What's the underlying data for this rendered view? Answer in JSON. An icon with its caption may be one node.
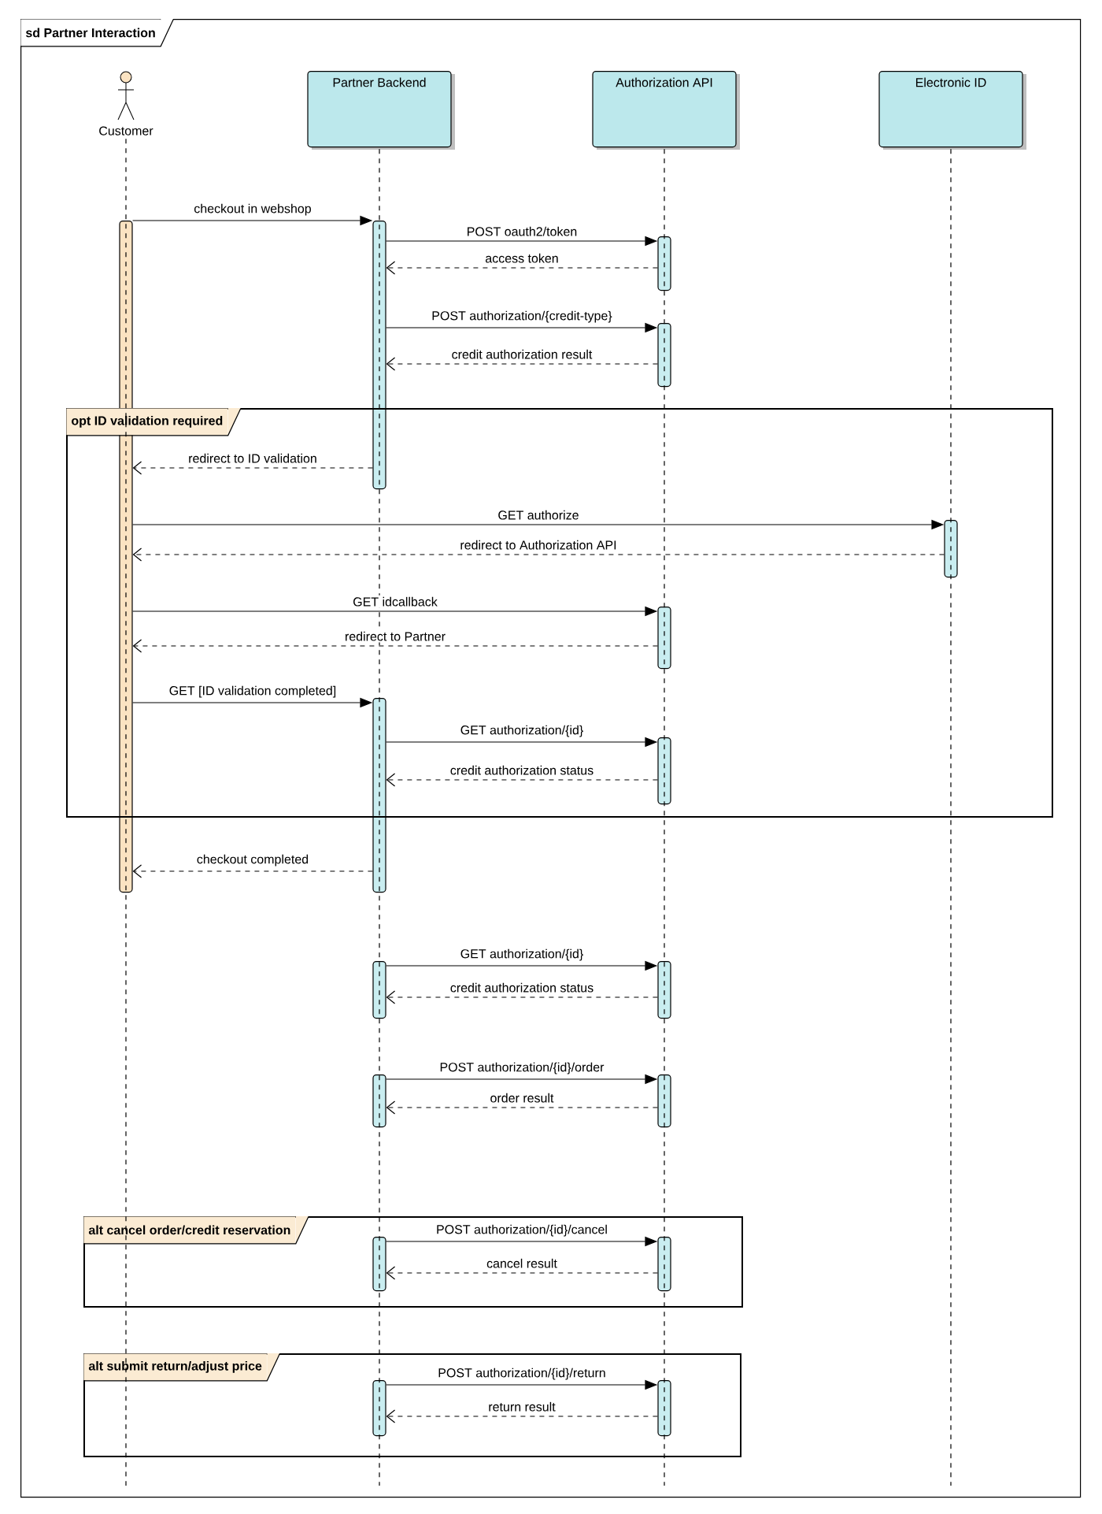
{
  "diagram": {
    "nodes": [
      {
        "text": [
          "sd Partner Interaction"
        ]
      },
      {
        "text": [
          "Customer"
        ],
        "in": 0
      },
      {
        "text": [
          "Partner Backend"
        ],
        "in": 0
      },
      {
        "text": [
          "Authorization API"
        ],
        "in": 0
      },
      {
        "text": [
          "Electronic ID"
        ],
        "in": 0
      },
      {
        "text": [],
        "shape": "bar",
        "in": 0
      },
      {
        "text": [],
        "shape": "bar",
        "in": 0
      },
      {
        "text": [],
        "shape": "bar",
        "in": 0
      },
      {
        "text": [],
        "shape": "bar",
        "in": 0
      },
      {
        "text": [
          "opt ID validation required"
        ],
        "in": 0
      },
      {
        "text": [],
        "shape": "bar",
        "in": 9
      },
      {
        "text": [],
        "shape": "bar",
        "in": 9
      },
      {
        "text": [],
        "shape": "bar",
        "in": 0
      },
      {
        "text": [],
        "shape": "bar",
        "in": 9
      },
      {
        "text": [],
        "shape": "bar",
        "in": 0
      },
      {
        "text": [],
        "shape": "bar",
        "in": 0
      },
      {
        "text": [],
        "shape": "bar",
        "in": 0
      },
      {
        "text": [],
        "shape": "bar",
        "in": 0
      },
      {
        "text": [
          "alt cancel order/credit reservation"
        ],
        "in": 0
      },
      {
        "text": [],
        "shape": "bar",
        "in": 18
      },
      {
        "text": [],
        "shape": "bar",
        "in": 18
      },
      {
        "text": [
          "alt submit return/adjust price"
        ],
        "in": 0
      },
      {
        "text": [],
        "shape": "bar",
        "in": 21
      },
      {
        "text": [],
        "shape": "bar",
        "in": 21
      }
    ],
    "edges": [
      {
        "from": 1,
        "to": null,
        "arrow": "none",
        "style": "dashed"
      },
      {
        "from": 2,
        "to": null,
        "arrow": "none",
        "style": "dashed"
      },
      {
        "from": 3,
        "to": null,
        "arrow": "none",
        "style": "dashed"
      },
      {
        "from": 4,
        "to": null,
        "arrow": "none",
        "style": "dashed"
      },
      {
        "from": 5,
        "to": 6,
        "arrow": "to",
        "label": "checkout in webshop"
      },
      {
        "from": 6,
        "to": 7,
        "arrow": "to",
        "label": "POST oauth2/token"
      },
      {
        "from": 7,
        "to": 6,
        "arrow": "to",
        "style": "dashed",
        "label": "access token"
      },
      {
        "from": 6,
        "to": 8,
        "arrow": "to",
        "label": "POST authorization/{credit-type}"
      },
      {
        "from": 8,
        "to": 6,
        "arrow": "to",
        "style": "dashed",
        "label": "credit authorization result"
      },
      {
        "from": 6,
        "to": 5,
        "arrow": "to",
        "style": "dashed",
        "label": "redirect to ID validation"
      },
      {
        "from": 5,
        "to": 10,
        "arrow": "to",
        "label": "GET authorize"
      },
      {
        "from": 10,
        "to": 5,
        "arrow": "to",
        "style": "dashed",
        "label": "redirect to Authorization API"
      },
      {
        "from": 5,
        "to": 11,
        "arrow": "to",
        "label": "GET idcallback"
      },
      {
        "from": 11,
        "to": 5,
        "arrow": "to",
        "style": "dashed",
        "label": "redirect to Partner"
      },
      {
        "from": 5,
        "to": 12,
        "arrow": "to",
        "label": "GET [ID validation completed]"
      },
      {
        "from": 12,
        "to": 13,
        "arrow": "to",
        "label": "GET authorization/{id}"
      },
      {
        "from": 13,
        "to": 12,
        "arrow": "to",
        "style": "dashed",
        "label": "credit authorization status"
      },
      {
        "from": 12,
        "to": 5,
        "arrow": "to",
        "style": "dashed",
        "label": "checkout completed"
      },
      {
        "from": 14,
        "to": 15,
        "arrow": "to",
        "label": "GET authorization/{id}"
      },
      {
        "from": 15,
        "to": 14,
        "arrow": "to",
        "style": "dashed",
        "label": "credit authorization status"
      },
      {
        "from": 16,
        "to": 17,
        "arrow": "to",
        "label": "POST authorization/{id}/order"
      },
      {
        "from": 17,
        "to": 16,
        "arrow": "to",
        "style": "dashed",
        "label": "order result"
      },
      {
        "from": 19,
        "to": 20,
        "arrow": "to",
        "label": "POST authorization/{id}/cancel"
      },
      {
        "from": 20,
        "to": 19,
        "arrow": "to",
        "style": "dashed",
        "label": "cancel result"
      },
      {
        "from": 22,
        "to": 23,
        "arrow": "to",
        "label": "POST authorization/{id}/return"
      },
      {
        "from": 23,
        "to": 22,
        "arrow": "to",
        "style": "dashed",
        "label": "return result"
      }
    ]
  }
}
